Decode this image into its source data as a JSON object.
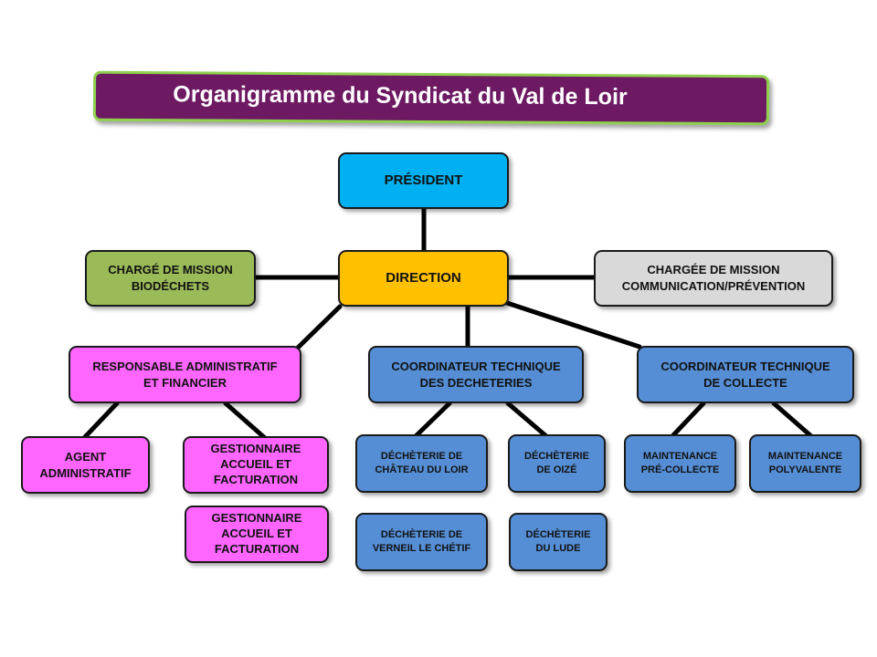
{
  "title": "Organigramme du Syndicat du Val de Loir",
  "colors": {
    "banner": "#6d1a63",
    "banner_border": "#8fd14f",
    "president": "#00b0f0",
    "direction": "#ffc000",
    "mission_biodechets": "#9bbb59",
    "mission_communication": "#d9d9d9",
    "administratif": "#ff66ff",
    "technique": "#558ed5"
  },
  "nodes": {
    "president": "PRÉSIDENT",
    "direction": "DIRECTION",
    "mission_biodechets": "CHARGÉ DE MISSION\nBIODÉCHETS",
    "mission_communication": "CHARGÉE DE MISSION\nCOMMUNICATION/PRÉVENTION",
    "resp_admin": "RESPONSABLE ADMINISTRATIF\nET FINANCIER",
    "coord_decheteries": "COORDINATEUR TECHNIQUE\nDES DECHETERIES",
    "coord_collecte": "COORDINATEUR TECHNIQUE\nDE COLLECTE",
    "agent_admin": "AGENT\nADMINISTRATIF",
    "gestionnaire_1": "GESTIONNAIRE\nACCUEIL ET\nFACTURATION",
    "gestionnaire_2": "GESTIONNAIRE\nACCUEIL ET\nFACTURATION",
    "dech_chateau": "DÉCHÈTERIE DE\nCHÂTEAU DU LOIR",
    "dech_oize": "DÉCHÈTERIE\nDE OIZÉ",
    "dech_verneil": "DÉCHÈTERIE DE\nVERNEIL LE CHÉTIF",
    "dech_lude": "DÉCHÈTERIE\nDU LUDE",
    "maintenance_precollecte": "MAINTENANCE\nPRÉ-COLLECTE",
    "maintenance_polyvalente": "MAINTENANCE\nPOLYVALENTE"
  }
}
